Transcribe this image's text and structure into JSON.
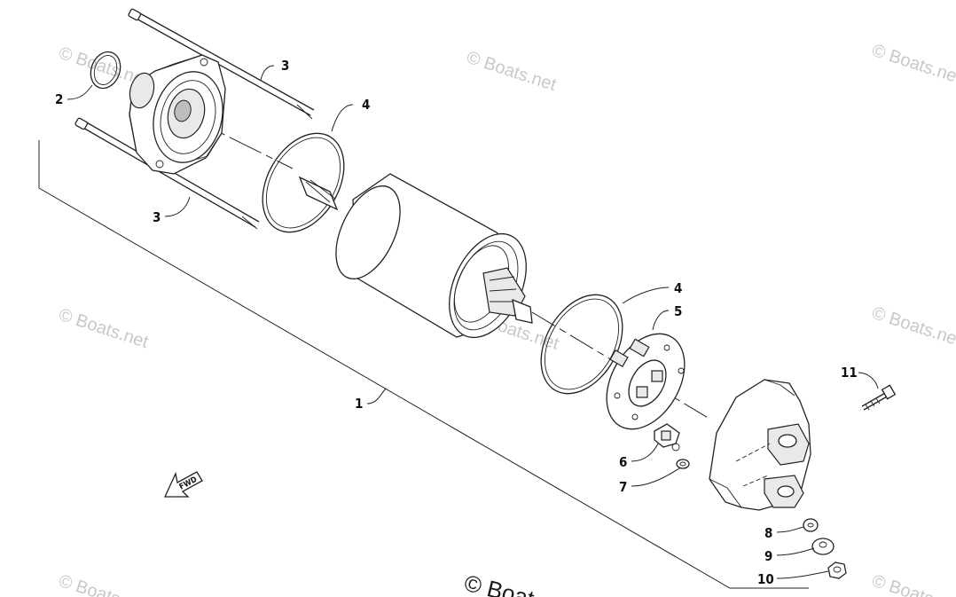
{
  "watermarks": {
    "small": "© Boats.net",
    "big": "© Boat"
  },
  "callouts": {
    "c1": "1",
    "c2": "2",
    "c3a": "3",
    "c3b": "3",
    "c4a": "4",
    "c4b": "4",
    "c5": "5",
    "c6": "6",
    "c7": "7",
    "c8": "8",
    "c9": "9",
    "c10": "10",
    "c11": "11"
  },
  "fwd_label": "FWD",
  "colors": {
    "line": "#222222",
    "watermark": "#c8c8c8"
  }
}
